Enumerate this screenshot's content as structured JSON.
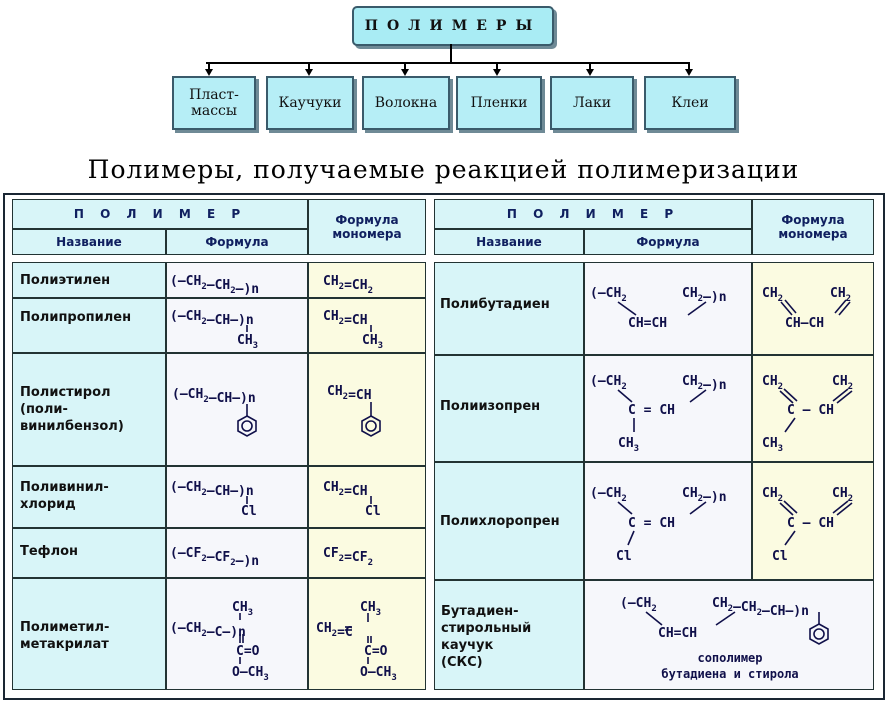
{
  "top": {
    "root": "ПОЛИМЕРЫ",
    "children": [
      {
        "line1": "Пласт-",
        "line2": "массы"
      },
      {
        "line1": "Каучуки",
        "line2": ""
      },
      {
        "line1": "Волокна",
        "line2": ""
      },
      {
        "line1": "Пленки",
        "line2": ""
      },
      {
        "line1": "Лаки",
        "line2": ""
      },
      {
        "line1": "Клеи",
        "line2": ""
      }
    ]
  },
  "title": "Полимеры, получаемые реакцией полимеризации",
  "headers": {
    "polymer": "П О Л И М Е Р",
    "name": "Название",
    "formula": "Формула",
    "monomer1": "Формула",
    "monomer2": "мономера"
  },
  "left_rows": [
    {
      "name1": "Полиэтилен",
      "name2": "",
      "name3": ""
    },
    {
      "name1": "Полипропилен",
      "name2": "",
      "name3": ""
    },
    {
      "name1": "Полистирол",
      "name2": "(поли-",
      "name3": "винилбензол)"
    },
    {
      "name1": "Поливинил-",
      "name2": "хлорид",
      "name3": ""
    },
    {
      "name1": "Тефлон",
      "name2": "",
      "name3": ""
    },
    {
      "name1": "Полиметил-",
      "name2": "метакрилат",
      "name3": ""
    }
  ],
  "right_rows": [
    {
      "name1": "Полибутадиен",
      "name2": "",
      "name3": "",
      "name4": ""
    },
    {
      "name1": "Полиизопрен",
      "name2": "",
      "name3": "",
      "name4": ""
    },
    {
      "name1": "Полихлоропрен",
      "name2": "",
      "name3": "",
      "name4": ""
    },
    {
      "name1": "Бутадиен-",
      "name2": "стирольный",
      "name3": "каучук",
      "name4": "(СКС)"
    }
  ],
  "copolymer_caption": {
    "line1": "сополимер",
    "line2": "бутадиена и стирола"
  },
  "formula_text": {
    "ch2": "CH",
    "ch": "CH",
    "cf2": "CF",
    "n": "n",
    "cl": "Cl",
    "ch3": "CH",
    "c": "C",
    "o": "O",
    "sub2": "2",
    "sub3": "3"
  }
}
